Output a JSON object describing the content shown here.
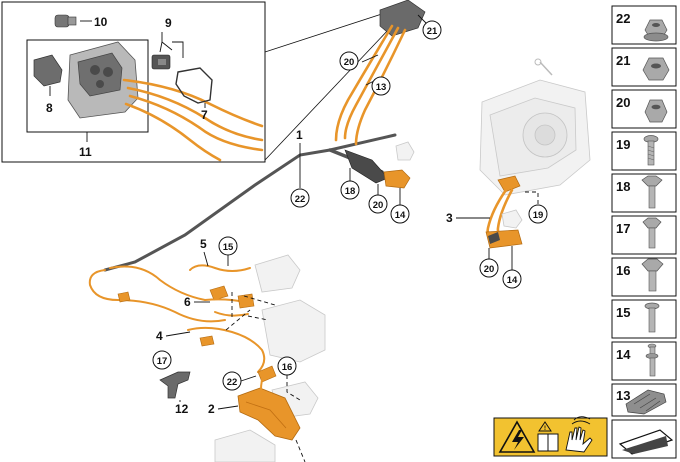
{
  "callouts": {
    "c10": "10",
    "c9": "9",
    "c8": "8",
    "c7": "7",
    "c11": "11",
    "c1": "1",
    "c22a": "22",
    "c21": "21",
    "c20a": "20",
    "c13": "13",
    "c18": "18",
    "c20b": "20",
    "c14a": "14",
    "c3": "3",
    "c19": "19",
    "c20c": "20",
    "c14b": "14",
    "c5": "5",
    "c15a": "15",
    "c6": "6",
    "c4": "4",
    "c17": "17",
    "c12": "12",
    "c22b": "22",
    "c16": "16",
    "c2": "2"
  },
  "parts_column": {
    "items": [
      {
        "label": "22",
        "icon": "flange-nut-icon"
      },
      {
        "label": "21",
        "icon": "hex-flange-nut-icon"
      },
      {
        "label": "20",
        "icon": "hex-nut-icon"
      },
      {
        "label": "19",
        "icon": "torx-bolt-icon"
      },
      {
        "label": "18",
        "icon": "hex-bolt-icon"
      },
      {
        "label": "17",
        "icon": "hex-bolt-icon"
      },
      {
        "label": "16",
        "icon": "hex-bolt-icon"
      },
      {
        "label": "15",
        "icon": "flange-bolt-icon"
      },
      {
        "label": "14",
        "icon": "stud-bolt-icon"
      },
      {
        "label": "13",
        "icon": "cable-holder-icon"
      },
      {
        "label": "",
        "icon": "gasket-icon"
      }
    ]
  },
  "warning_label": {
    "icons": [
      "high-voltage-warning-icon",
      "read-manual-icon",
      "no-touch-hand-icon"
    ],
    "color": "#f2c230"
  },
  "colors": {
    "cable": "#e8952a",
    "harness": "#555555",
    "outline": "#111111"
  }
}
